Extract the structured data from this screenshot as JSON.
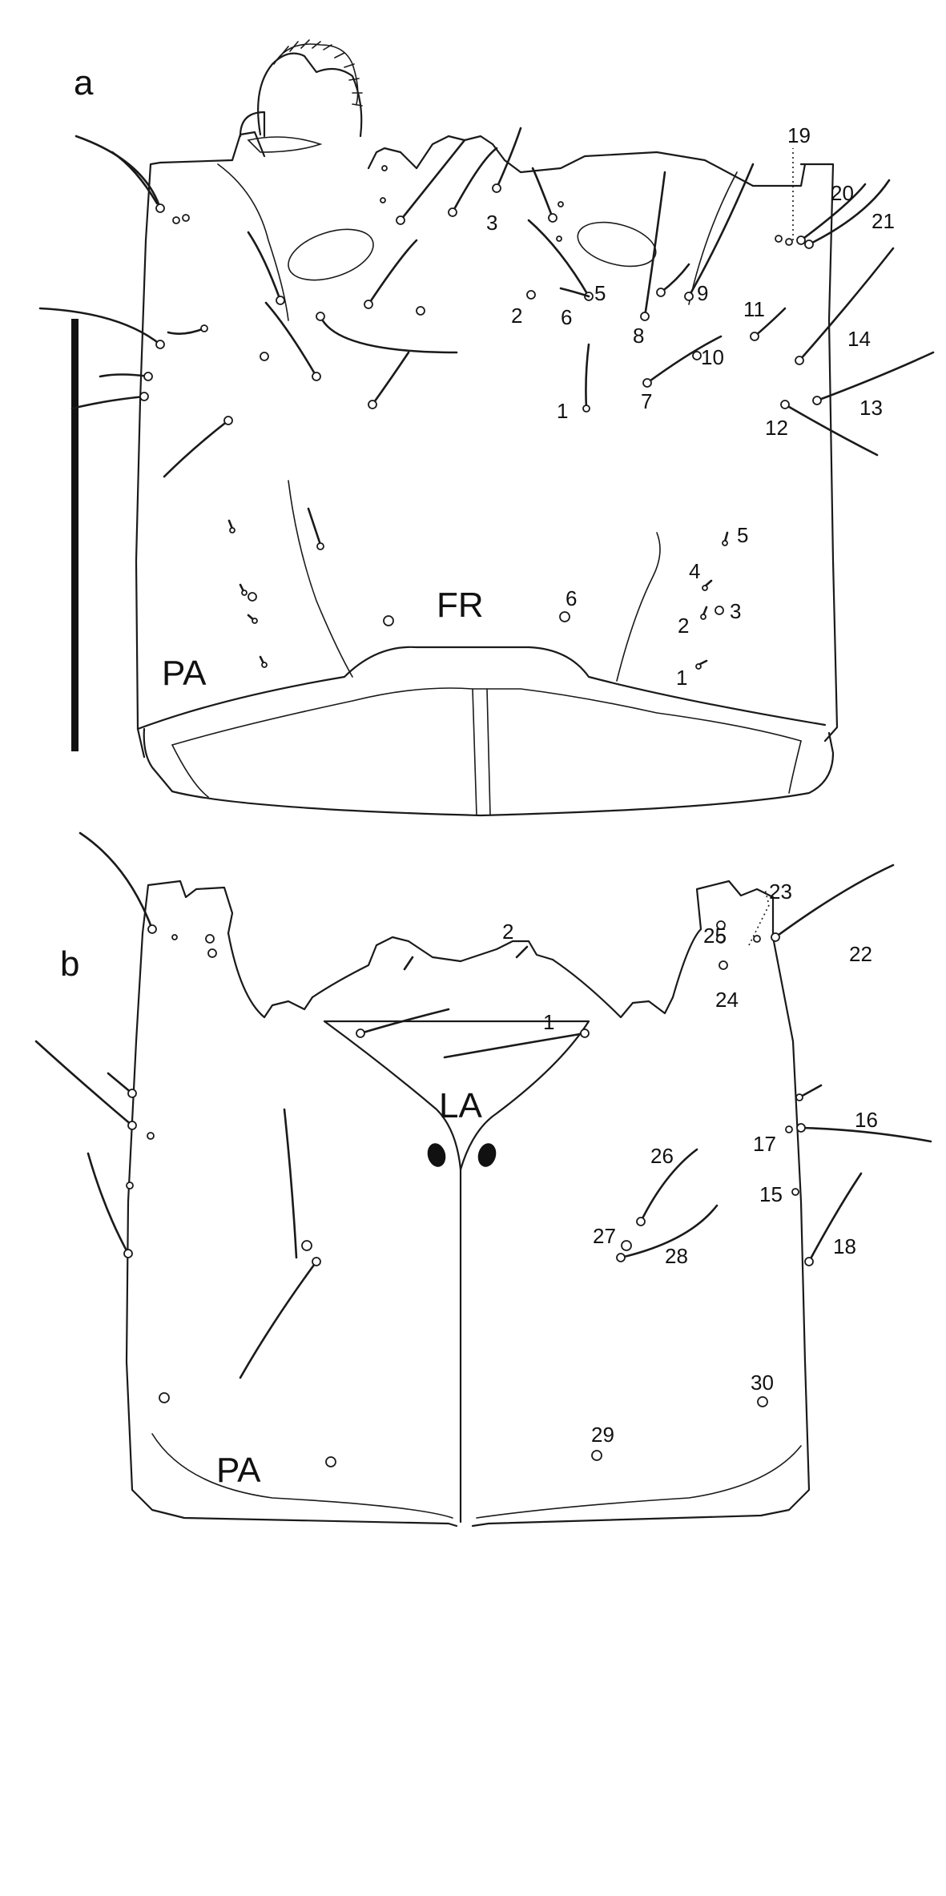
{
  "panels": {
    "a": {
      "letter": "a",
      "region_labels": {
        "fr": "FR",
        "pa": "PA"
      },
      "setae_labels": [
        "19",
        "20",
        "21",
        "3",
        "5",
        "6",
        "2",
        "9",
        "11",
        "8",
        "14",
        "10",
        "7",
        "13",
        "1",
        "12",
        "5",
        "4",
        "6",
        "3",
        "2",
        "1"
      ]
    },
    "b": {
      "letter": "b",
      "region_labels": {
        "la": "LA",
        "pa": "PA"
      },
      "setae_labels": [
        "23",
        "2",
        "25",
        "22",
        "24",
        "1",
        "16",
        "17",
        "26",
        "15",
        "27",
        "18",
        "28",
        "30",
        "29"
      ]
    }
  }
}
